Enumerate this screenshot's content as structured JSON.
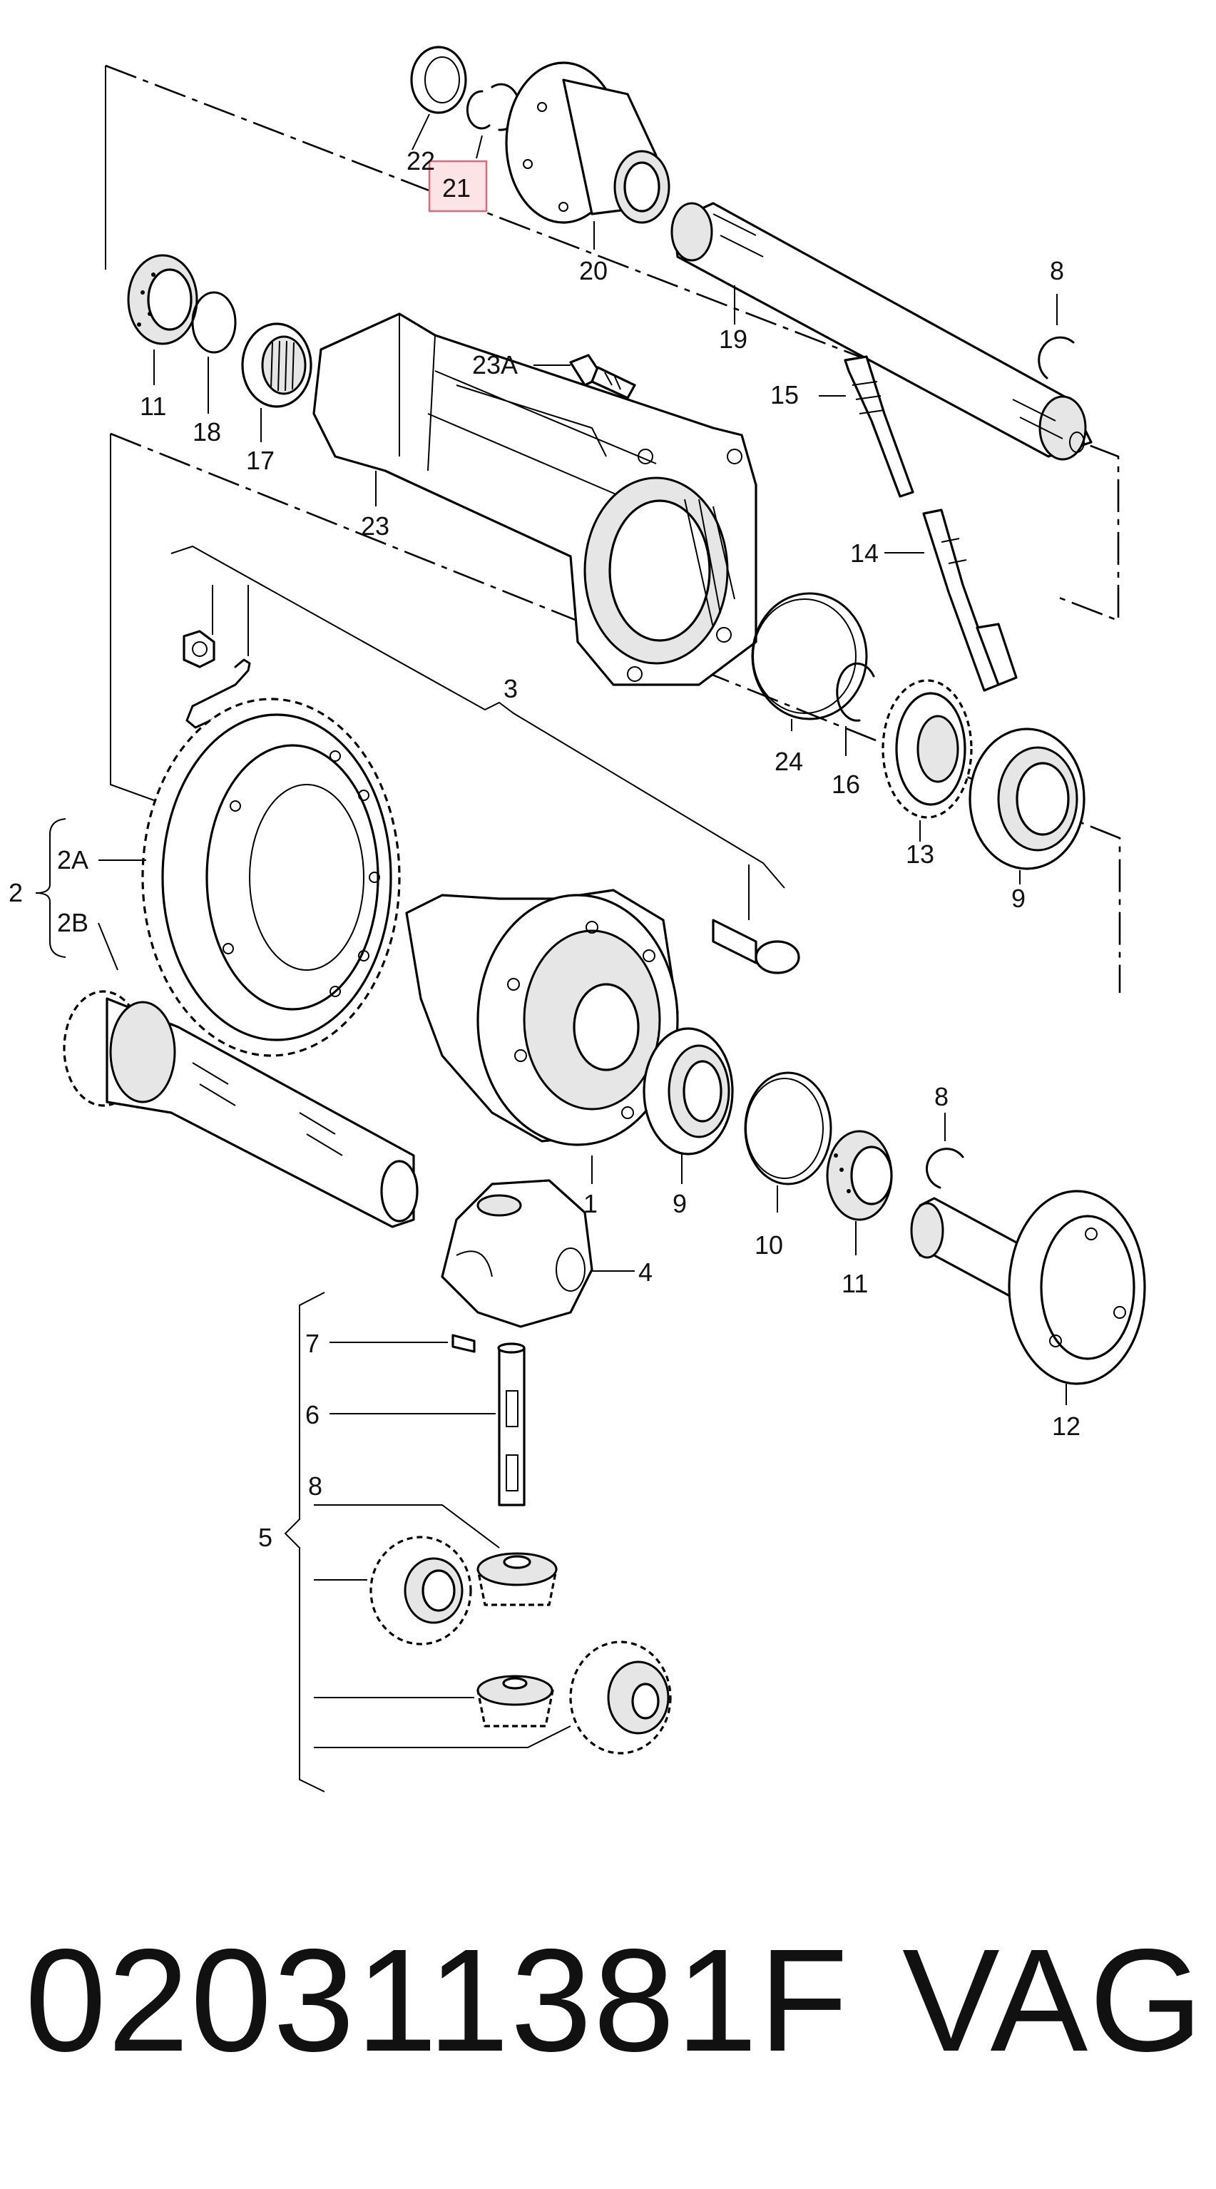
{
  "labels": {
    "p22": "22",
    "p21": "21",
    "p20": "20",
    "p19": "19",
    "p8a": "8",
    "p11a": "11",
    "p18": "18",
    "p17": "17",
    "p23a": "23A",
    "p23": "23",
    "p15": "15",
    "p14": "14",
    "p3": "3",
    "p24": "24",
    "p16": "16",
    "p13": "13",
    "p9a": "9",
    "p2": "2",
    "p2a": "2A",
    "p2b": "2B",
    "p1": "1",
    "p9b": "9",
    "p10": "10",
    "p11b": "11",
    "p8b": "8",
    "p4": "4",
    "p12": "12",
    "p7": "7",
    "p6": "6",
    "p8c": "8",
    "p5": "5"
  },
  "highlight": {
    "part": "21",
    "border_color": "#e06b78",
    "fill_color": "#fbe3e6"
  },
  "footer": {
    "part_number": "020311381F",
    "brand": "VAG"
  }
}
